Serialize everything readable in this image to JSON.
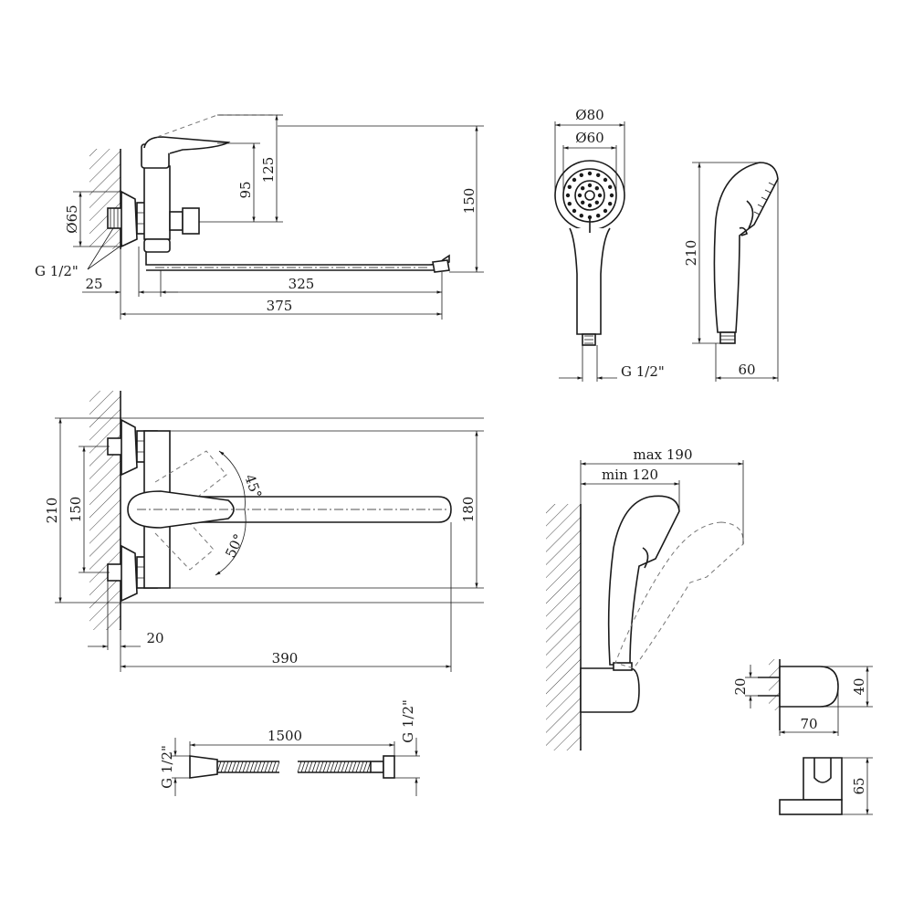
{
  "colors": {
    "line": "#1a1a1a",
    "ghost": "#777777",
    "background": "#ffffff"
  },
  "side_view": {
    "dim_95": "95",
    "dim_125": "125",
    "dim_150": "150",
    "dim_d65": "Ø65",
    "thread": "G 1/2\"",
    "dim_25": "25",
    "dim_325": "325",
    "dim_375": "375"
  },
  "shower_front": {
    "dim_d80": "Ø80",
    "dim_d60": "Ø60",
    "thread": "G 1/2\""
  },
  "shower_side": {
    "dim_210": "210",
    "dim_60": "60"
  },
  "top_view": {
    "dim_210": "210",
    "dim_150": "150",
    "dim_180": "180",
    "angle_45": "45°",
    "angle_50": "50°",
    "dim_20": "20",
    "dim_390": "390"
  },
  "hose": {
    "dim_1500": "1500",
    "thread_left": "G 1/2\"",
    "thread_right": "G 1/2\""
  },
  "wall_holder": {
    "dim_max": "max 190",
    "dim_min": "min 120"
  },
  "holder_detail": {
    "dim_20": "20",
    "dim_40": "40",
    "dim_70": "70",
    "dim_65": "65"
  }
}
